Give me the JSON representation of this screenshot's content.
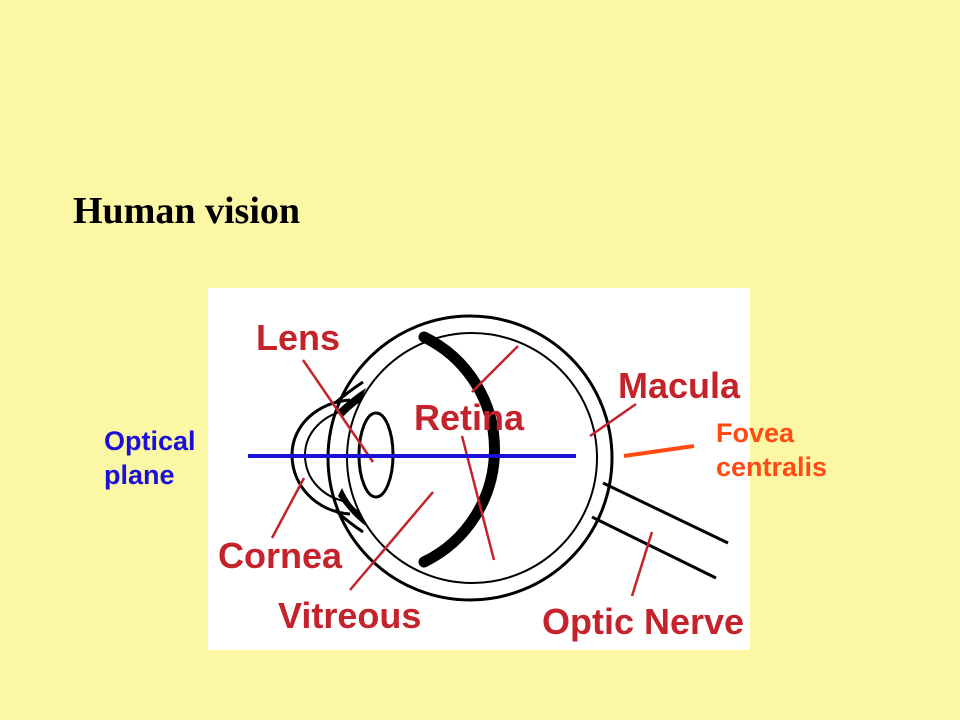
{
  "title": "Human vision",
  "diagram": {
    "labels": {
      "lens": "Lens",
      "retina": "Retina",
      "macula": "Macula",
      "cornea": "Cornea",
      "vitreous": "Vitreous",
      "optic_nerve": "Optic Nerve"
    },
    "colors": {
      "labels": "#c4232b",
      "outline": "#000000",
      "optical_axis": "#1a10d6",
      "fovea_marker": "#ff4a12",
      "background": "#fbf7a4",
      "panel": "#ffffff"
    }
  },
  "side_labels": {
    "optical_plane": [
      "Optical",
      "plane"
    ],
    "fovea_centralis": [
      "Fovea",
      "centralis"
    ]
  }
}
